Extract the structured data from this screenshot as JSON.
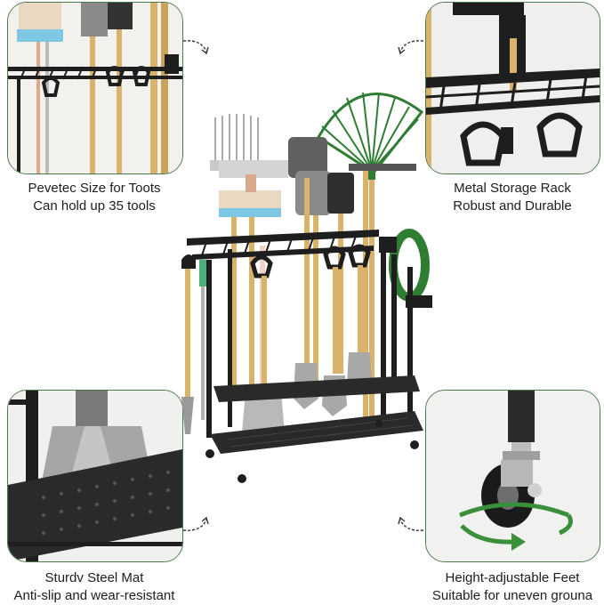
{
  "captions": {
    "top_left": {
      "line1": "Pevetec Size for Toots",
      "line2": "Can hold up 35 tools"
    },
    "top_right": {
      "line1": "Metal Storage Rack",
      "line2": "Robust and Durable"
    },
    "bottom_left": {
      "line1": "Sturdv Steel Mat",
      "line2": "Anti-slip and wear-resistant"
    },
    "bottom_right": {
      "line1": "Height-adjustable Feet",
      "line2": "Suitable for uneven grouna"
    }
  },
  "colors": {
    "frame_border": "#4a7a4a",
    "rack_black": "#1e1e1e",
    "wood_handle": "#d9b36c",
    "rake_green": "#2e7d32",
    "rotation_arrow": "#3a8f3a"
  }
}
